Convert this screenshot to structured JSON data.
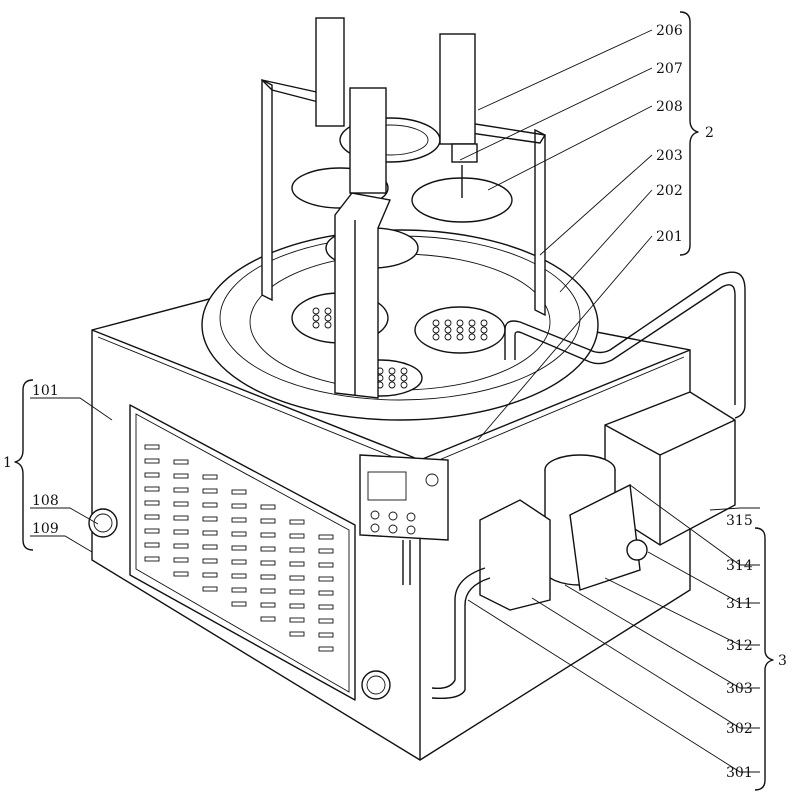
{
  "figure": {
    "groups": [
      {
        "id": "1",
        "label": "1"
      },
      {
        "id": "2",
        "label": "2"
      },
      {
        "id": "3",
        "label": "3"
      }
    ],
    "labels": {
      "l206": "206",
      "l207": "207",
      "l208": "208",
      "l203": "203",
      "l202": "202",
      "l201": "201",
      "l101": "101",
      "l108": "108",
      "l109": "109",
      "l315": "315",
      "l314": "314",
      "l311": "311",
      "l312": "312",
      "l303": "303",
      "l302": "302",
      "l301": "301"
    },
    "colors": {
      "line": "#111111",
      "background": "#ffffff"
    }
  }
}
